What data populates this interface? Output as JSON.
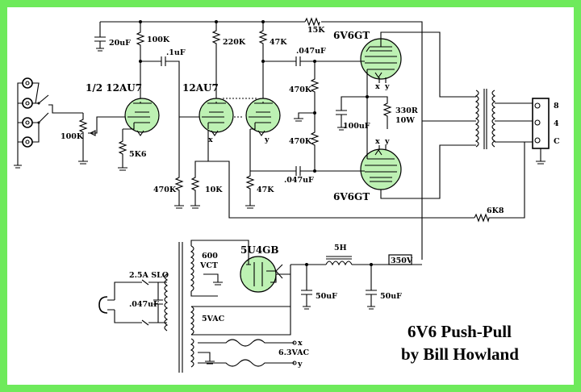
{
  "title": {
    "line1": "6V6 Push-Pull",
    "line2": "by Bill Howland"
  },
  "tubes": {
    "preamp1": "1/2 12AU7",
    "preamp2": "12AU7",
    "output_top": "6V6GT",
    "output_bottom": "6V6GT",
    "rectifier": "5U4GB"
  },
  "resistors": {
    "r_15k": "15K",
    "r_100k_plate": "100K",
    "r_220k": "220K",
    "r_47k_top": "47K",
    "r_470k_mid1": "470K",
    "r_470k_mid2": "470K",
    "r_330r": "330R",
    "r_330r_watt": "10W",
    "r_100k_pot": "100K",
    "r_5k6": "5K6",
    "r_470k_grid": "470K",
    "r_10k": "10K",
    "r_47k_bottom": "47K",
    "r_6k8": "6K8"
  },
  "capacitors": {
    "c_20uf": "20uF",
    "c_1uf": ".1uF",
    "c_047_top": ".047uF",
    "c_100uf": "100uF",
    "c_047_bottom": ".047uF",
    "c_50uf_a": "50uF",
    "c_50uf_b": "50uF",
    "c_047_primary": ".047uF"
  },
  "power": {
    "fuse": "2.5A SLO",
    "ht_tap": "600",
    "ct_tap": "VCT",
    "rect_winding": "5VAC",
    "heater_winding": "6.3VAC",
    "choke": "5H",
    "b_plus": "350V"
  },
  "speaker_taps": [
    "8",
    "4",
    "C"
  ],
  "heater_labels": {
    "x": "x",
    "y": "y"
  }
}
